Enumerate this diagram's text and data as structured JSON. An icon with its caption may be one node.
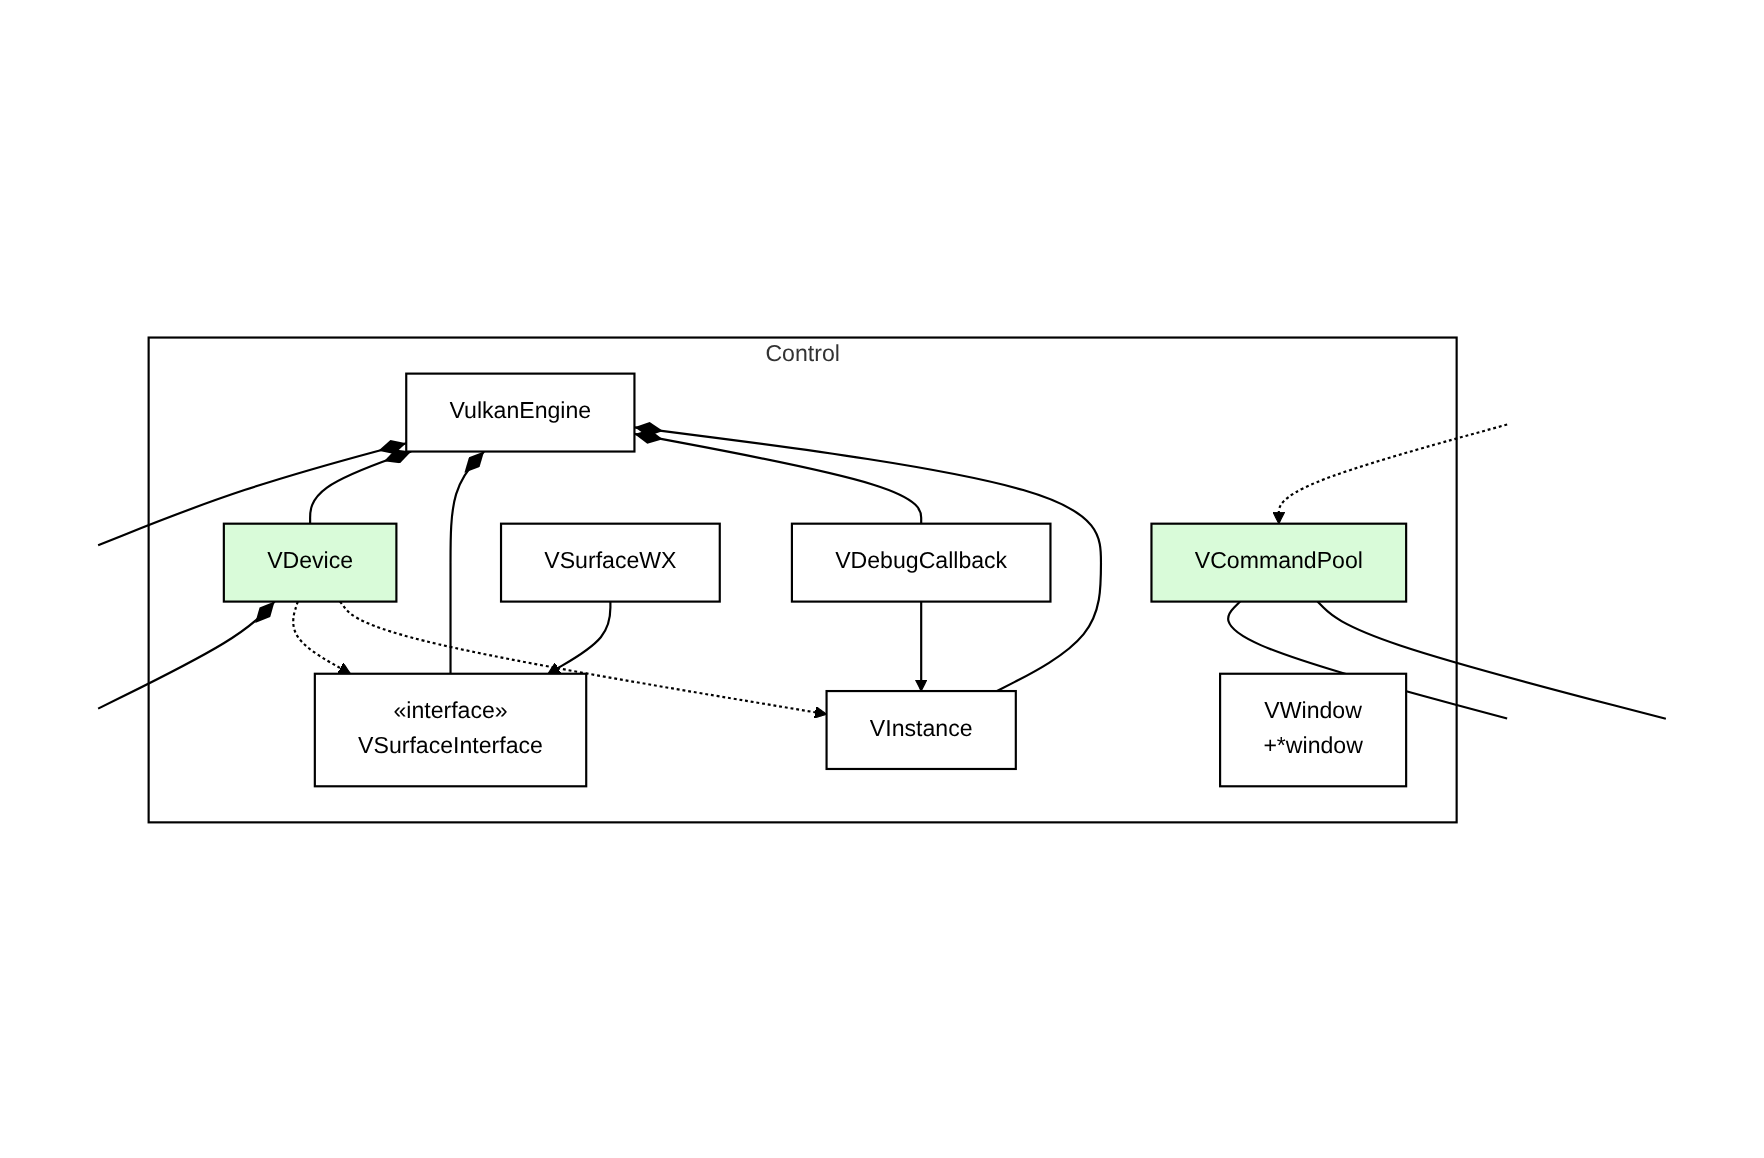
{
  "diagram": {
    "nodes": [
      {
        "text": [
          "Control"
        ]
      },
      {
        "text": [
          "VulkanEngine"
        ],
        "in": 0
      },
      {
        "text": [
          "VInstance"
        ],
        "in": 0
      },
      {
        "text": [
          "VDebugCallback"
        ],
        "in": 0
      },
      {
        "text": [
          "«interface»",
          "VSurfaceInterface"
        ],
        "in": 0
      },
      {
        "text": [
          "VSurfaceWX"
        ],
        "in": 0
      },
      {
        "text": [
          "VWindow",
          "+*window"
        ],
        "in": 0
      },
      {
        "text": [
          "VDevice"
        ],
        "in": 0
      },
      {
        "text": [
          "VCommandPool"
        ],
        "in": 0
      }
    ],
    "edges": [
      {
        "from": 1,
        "to": 2,
        "arrow": "other"
      },
      {
        "from": 1,
        "to": 3,
        "arrow": "other"
      },
      {
        "from": 1,
        "to": 4,
        "arrow": "other"
      },
      {
        "from": 1,
        "to": 7,
        "arrow": "other"
      },
      {
        "from": 1,
        "to": null,
        "arrow": "other"
      },
      {
        "from": 3,
        "to": 2,
        "arrow": "to"
      },
      {
        "from": 7,
        "to": 2,
        "arrow": "to",
        "style": "dashed"
      },
      {
        "from": 7,
        "to": 4,
        "arrow": "to",
        "style": "dashed"
      },
      {
        "from": 5,
        "to": 4,
        "arrow": "to"
      },
      {
        "from": 7,
        "to": null,
        "arrow": "other"
      },
      {
        "from": 8,
        "to": null,
        "arrow": "none"
      },
      {
        "from": 8,
        "to": null,
        "arrow": "none"
      },
      {
        "from": null,
        "to": 8,
        "arrow": "to",
        "style": "dashed"
      }
    ]
  }
}
